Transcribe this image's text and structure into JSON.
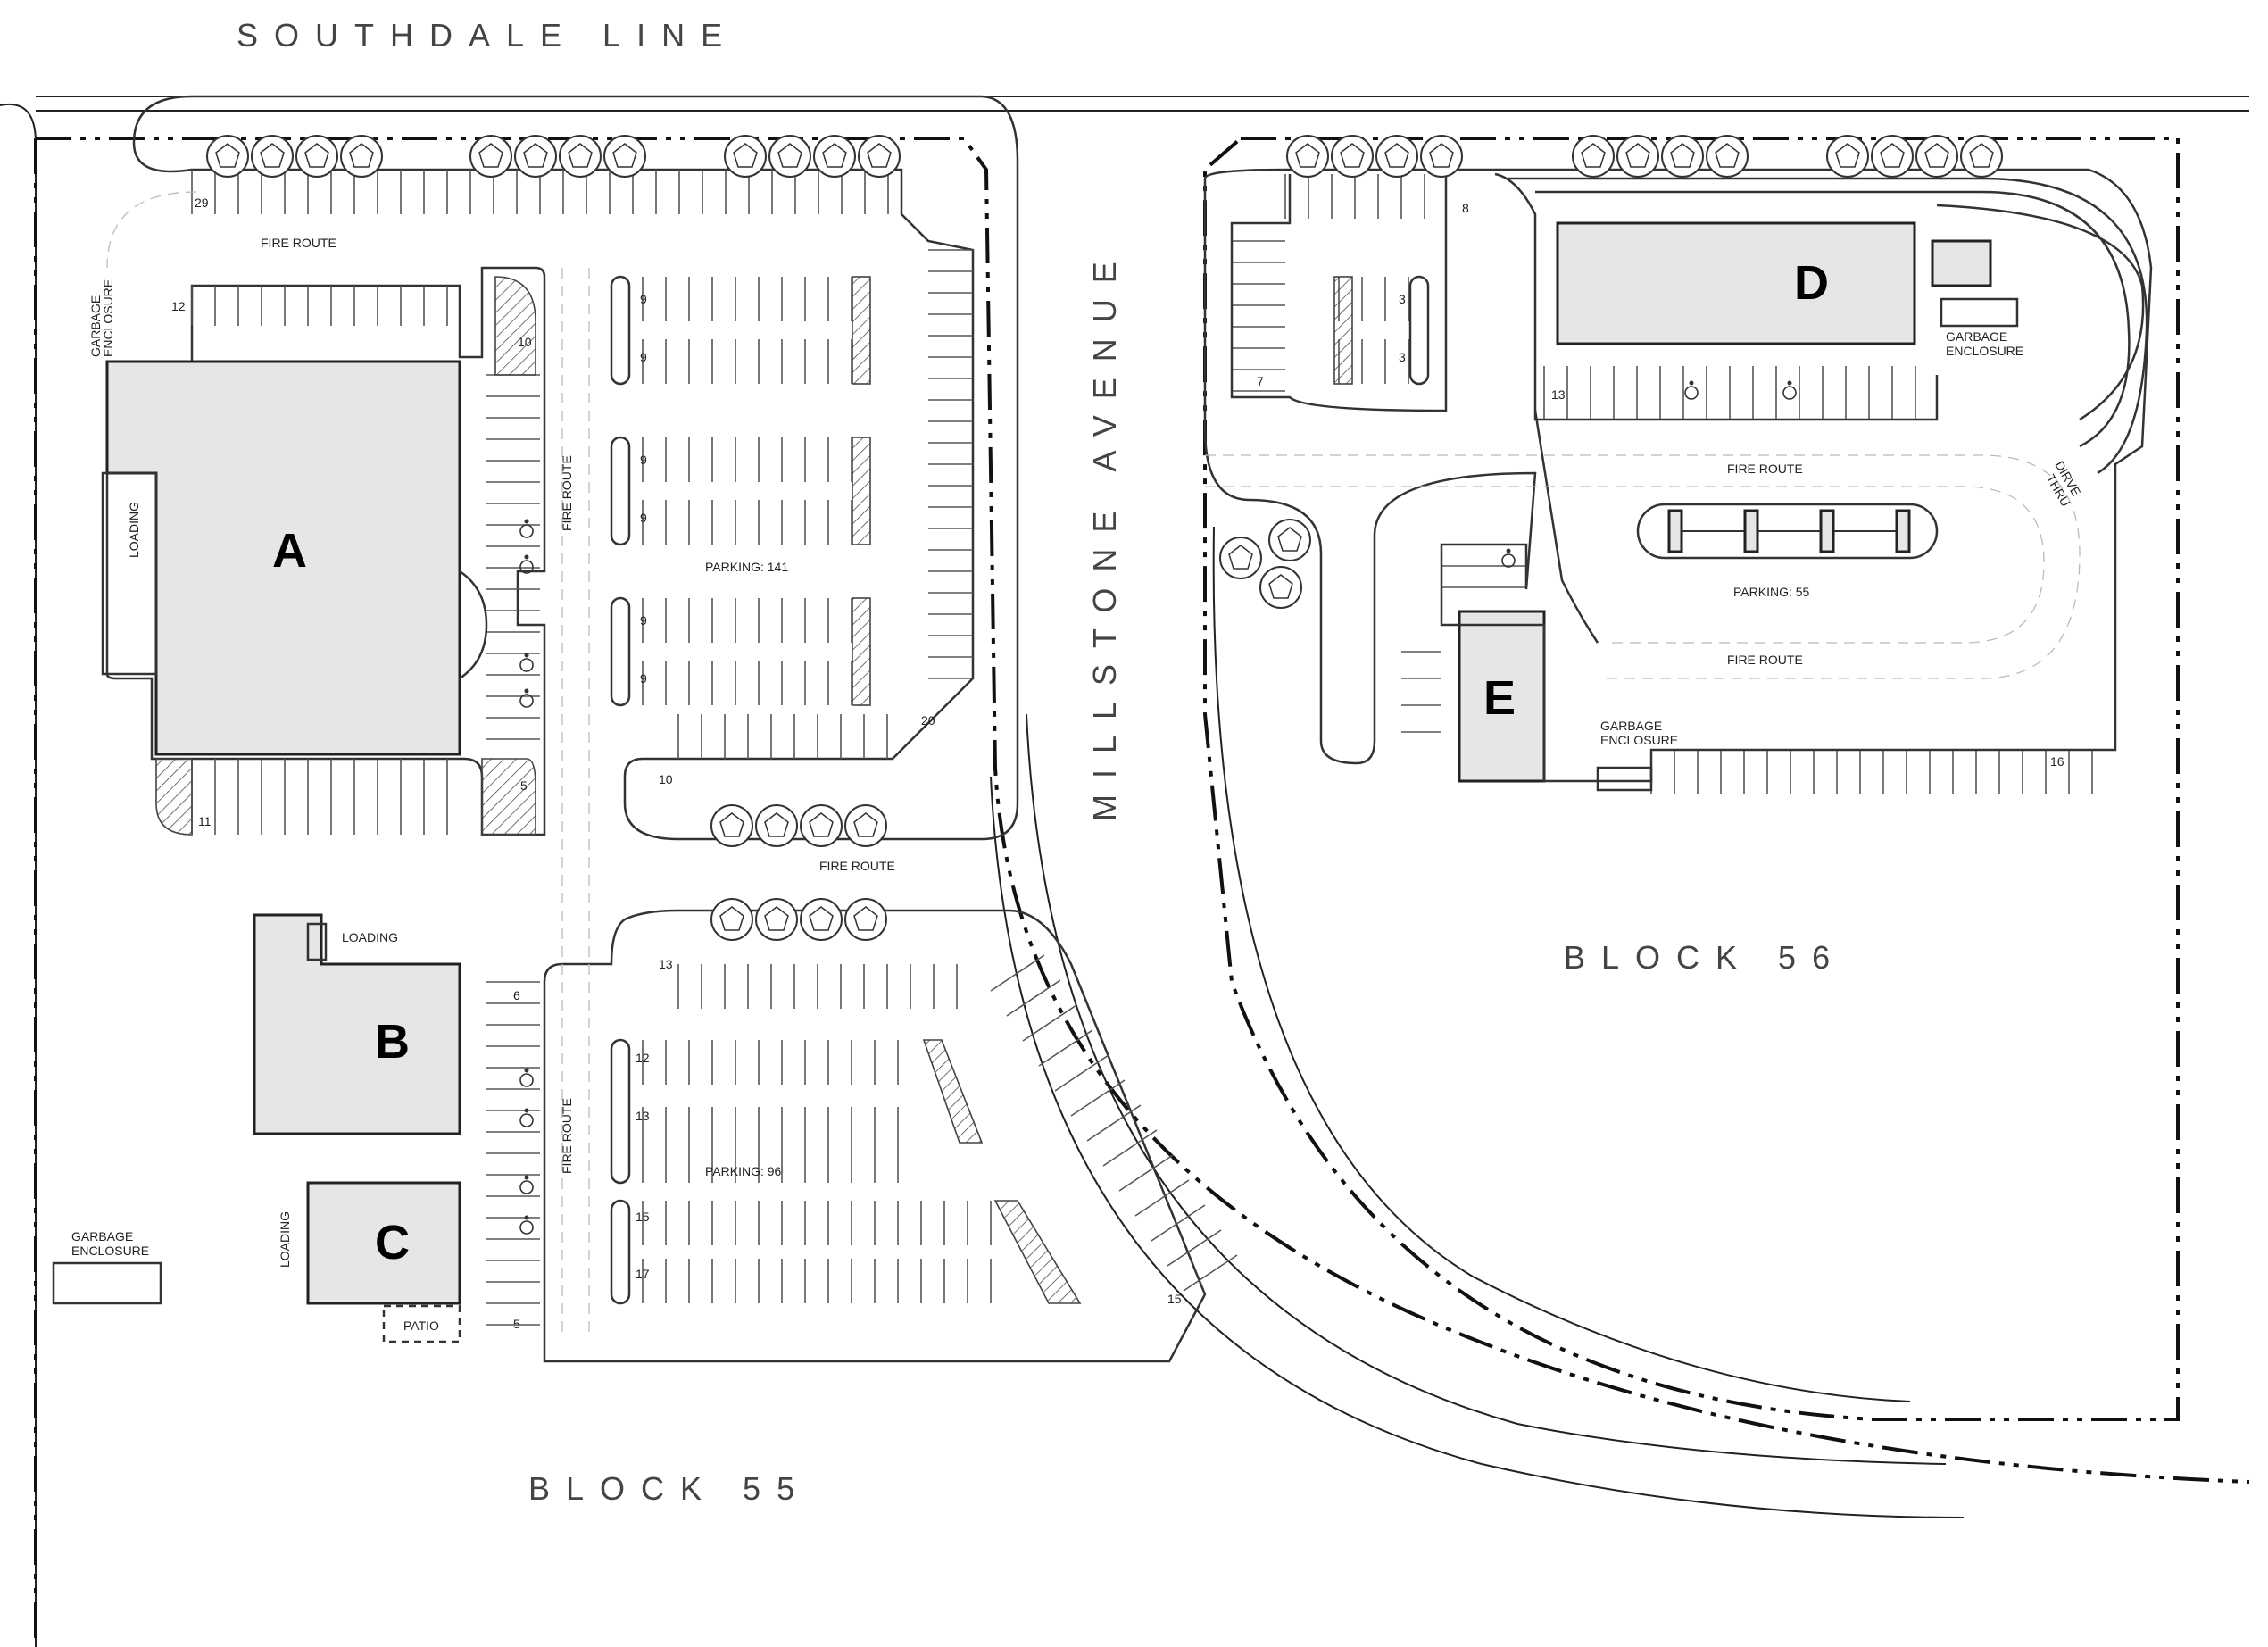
{
  "roads": {
    "north": "SOUTHDALE LINE",
    "center": "MILLSTONE AVENUE"
  },
  "blocks": {
    "west": "BLOCK 55",
    "east": "BLOCK 56"
  },
  "buildings": {
    "a": "A",
    "b": "B",
    "c": "C",
    "d": "D",
    "e": "E"
  },
  "labels": {
    "fire_route": "FIRE ROUTE",
    "garbage_line1": "GARBAGE",
    "garbage_line2": "ENCLOSURE",
    "loading": "LOADING",
    "patio": "PATIO",
    "drive_thru_line1": "DIRVE",
    "drive_thru_line2": "THRU"
  },
  "parking_totals": {
    "north_lot": "PARKING: 141",
    "south_lot": "PARKING: 96",
    "east_lot": "PARKING: 55"
  },
  "stall_counts": {
    "a_north_row": "29",
    "a_west_row": "12",
    "a_island_top": "10",
    "a_bottom": "11",
    "a_island_bottom": "5",
    "island1_top": "9",
    "island1_bottom": "9",
    "island2_top": "9",
    "island2_bottom": "9",
    "island3_top": "9",
    "island3_bottom": "9",
    "east_edge": "20",
    "north_south_row": "10",
    "south_top": "13",
    "south_island1_top": "12",
    "south_island1_bottom": "13",
    "south_island2_top": "15",
    "south_island2_bottom": "17",
    "south_diag": "15",
    "b_east": "6",
    "c_south": "5",
    "d_north": "8",
    "d_west": "7",
    "d_island_top": "3",
    "d_island_bottom": "3",
    "d_row": "13",
    "east_south_row": "16"
  }
}
